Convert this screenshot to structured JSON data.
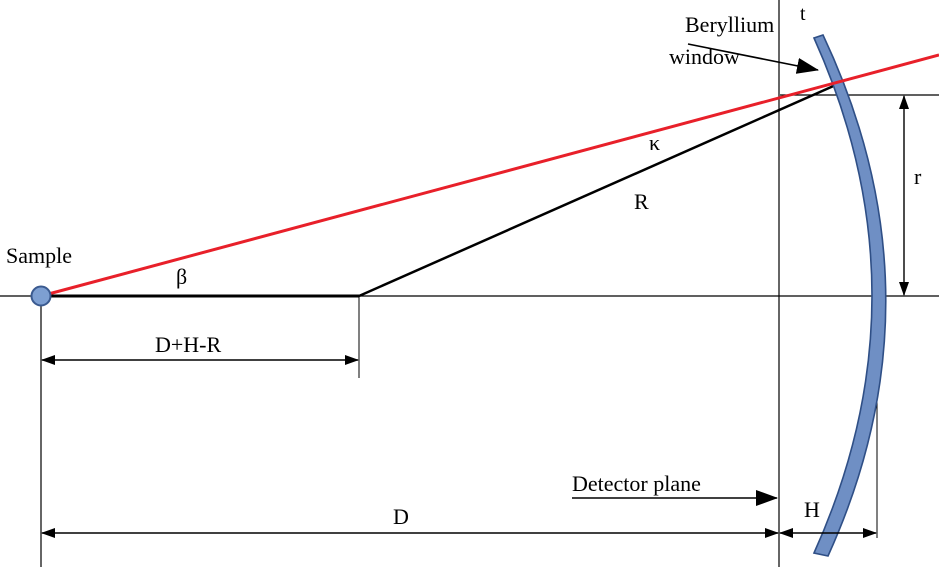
{
  "labels": {
    "sample": "Sample",
    "beryllium_line1": "Beryllium",
    "beryllium_line2": "window",
    "t": "t",
    "kappa": "κ",
    "R": "R",
    "r": "r",
    "beta": "β",
    "dhr": "D+H-R",
    "detector_plane": "Detector plane",
    "D": "D",
    "H": "H"
  },
  "colors": {
    "beam": "#e8202a",
    "window_fill": "#6f8fc4",
    "window_stroke": "#2f4f86",
    "sample_fill": "#7d9fd2",
    "line": "#000000"
  }
}
